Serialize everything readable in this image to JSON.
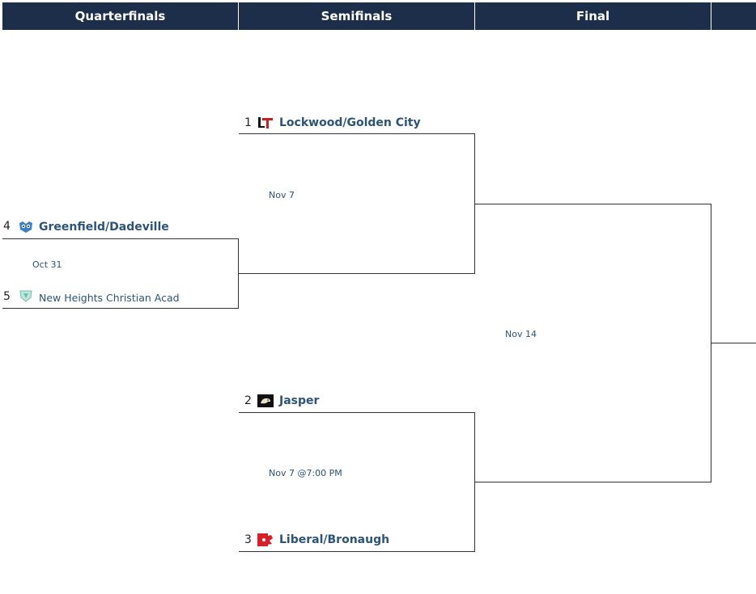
{
  "header": {
    "rounds": [
      "Quarterfinals",
      "Semifinals",
      "Final",
      ""
    ]
  },
  "quarterfinal": {
    "date": "Oct 31",
    "top": {
      "seed": "4",
      "name": "Greenfield/Dadeville",
      "logo": "owl-logo-icon"
    },
    "bottom": {
      "seed": "5",
      "name": "New Heights Christian Acad",
      "logo": "shield-logo-icon"
    }
  },
  "semifinal_1": {
    "date": "Nov 7",
    "top": {
      "seed": "1",
      "name": "Lockwood/Golden City",
      "logo": "lt-logo-icon"
    }
  },
  "semifinal_2": {
    "date": "Nov 7 @7:00 PM",
    "top": {
      "seed": "2",
      "name": "Jasper",
      "logo": "eagle-logo-icon"
    },
    "bottom": {
      "seed": "3",
      "name": "Liberal/Bronaugh",
      "logo": "bulldog-logo-icon"
    }
  },
  "final": {
    "date": "Nov 14"
  },
  "colors": {
    "header_bg": "#1c2e4a",
    "team_text": "#2c5479",
    "line": "#333333"
  }
}
